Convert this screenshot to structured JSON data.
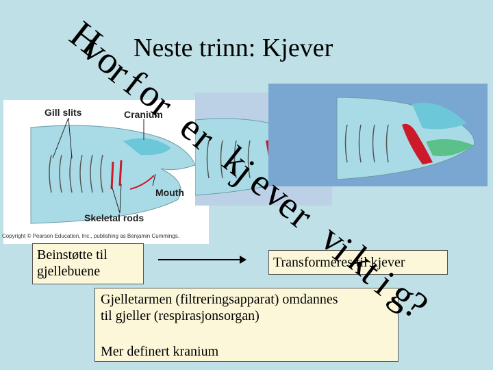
{
  "slide": {
    "title": "Neste trinn: Kjever",
    "overlay_question": "Hvorfor er kjever viktig?"
  },
  "figure": {
    "labels": {
      "gill_slits": "Gill slits",
      "cranium": "Cranium",
      "mouth": "Mouth",
      "skeletal_rods": "Skeletal rods"
    },
    "copyright": "Copyright © Pearson Education, Inc., publishing as Benjamin Cummings."
  },
  "boxes": {
    "left": "Beinstøtte til gjellebuene",
    "right": "Transformeres til kjever",
    "bottom_line1": "Gjelletarmen (filtreringsapparat) omdannes",
    "bottom_line2": "til gjeller (respirasjonsorgan)",
    "bottom_line3": "Mer definert kranium"
  },
  "colors": {
    "background": "#bfe0e6",
    "text_box": "#fbf7d8",
    "gill_rod_red": "#cc1a2a",
    "cranium_green": "#5cc08a",
    "head_blue": "#8cc8d8"
  }
}
